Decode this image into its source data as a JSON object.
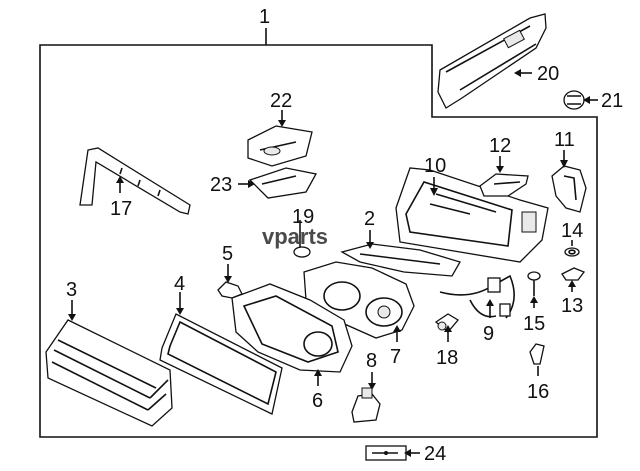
{
  "watermark": {
    "prefix": "v",
    "text": "vparts"
  },
  "callouts": [
    {
      "id": "c1",
      "label": "1"
    },
    {
      "id": "c2",
      "label": "2"
    },
    {
      "id": "c3",
      "label": "3"
    },
    {
      "id": "c4",
      "label": "4"
    },
    {
      "id": "c5",
      "label": "5"
    },
    {
      "id": "c6",
      "label": "6"
    },
    {
      "id": "c7",
      "label": "7"
    },
    {
      "id": "c8",
      "label": "8"
    },
    {
      "id": "c9",
      "label": "9"
    },
    {
      "id": "c10",
      "label": "10"
    },
    {
      "id": "c11",
      "label": "11"
    },
    {
      "id": "c12",
      "label": "12"
    },
    {
      "id": "c13",
      "label": "13"
    },
    {
      "id": "c14",
      "label": "14"
    },
    {
      "id": "c15",
      "label": "15"
    },
    {
      "id": "c16",
      "label": "16"
    },
    {
      "id": "c17",
      "label": "17"
    },
    {
      "id": "c18",
      "label": "18"
    },
    {
      "id": "c19",
      "label": "19"
    },
    {
      "id": "c20",
      "label": "20"
    },
    {
      "id": "c21",
      "label": "21"
    },
    {
      "id": "c22",
      "label": "22"
    },
    {
      "id": "c23",
      "label": "23"
    },
    {
      "id": "c24",
      "label": "24"
    }
  ],
  "colors": {
    "line": "#111111",
    "watermark": "#4a4a4a",
    "background": "#ffffff"
  }
}
